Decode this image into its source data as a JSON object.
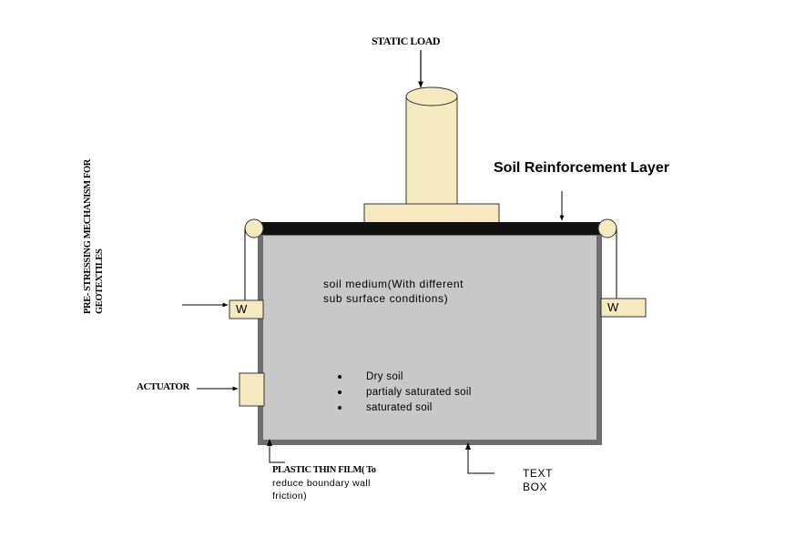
{
  "labels": {
    "static_load": "STATIC LOAD",
    "soil_reinforcement_layer": "Soil Reinforcement Layer",
    "pre_stressing_line1": "PRE- STRESSING MECHANISM FOR",
    "pre_stressing_line2": "GEOTEXTILES",
    "actuator": "ACTUATOR",
    "weight_left": "W",
    "weight_right": "W",
    "soil_medium_line1": "soil medium(With different",
    "soil_medium_line2": "sub surface conditions)",
    "plastic_film_line1": "PLASTIC THIN FILM( To",
    "plastic_film_line2": "reduce boundary wall",
    "plastic_film_line3": "friction)",
    "text_box_line1": "TEXT",
    "text_box_line2": "BOX"
  },
  "soil_conditions": [
    "Dry soil",
    "partialy saturated soil",
    "saturated soil"
  ],
  "colors": {
    "column_fill": "#f5e9c0",
    "tank_fill": "#c8c8c8",
    "tank_wall": "#707070",
    "reinforcement_layer": "#111111",
    "weight_fill": "#f5e9c0"
  }
}
